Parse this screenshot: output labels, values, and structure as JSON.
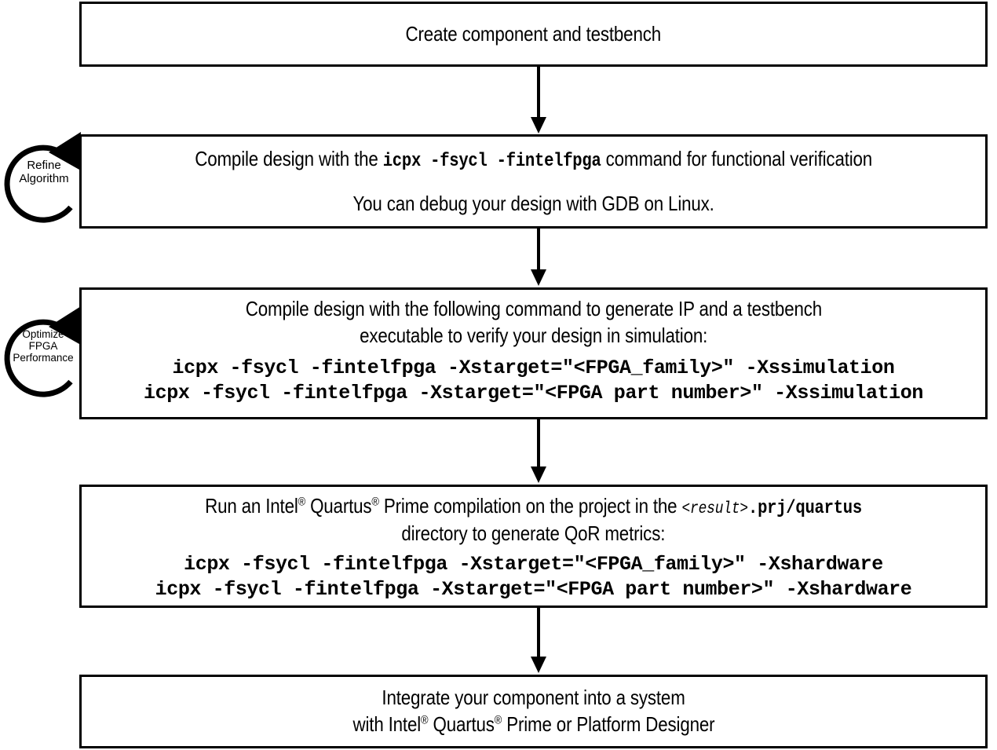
{
  "diagram": {
    "title": "FPGA component development flow",
    "stroke_color": "#000000",
    "background_color": "#ffffff"
  },
  "boxes": [
    {
      "id": "create-component",
      "lines": [
        {
          "text": "Create component and testbench",
          "style": "prose"
        }
      ]
    },
    {
      "id": "compile-functional-verification",
      "lines": [
        {
          "pre": "Compile design with the ",
          "mono": "icpx -fsycl -fintelfpga",
          "post": " command for functional verification",
          "style": "prose-mixed"
        },
        {
          "text": "You can debug your design with GDB on Linux.",
          "style": "prose"
        }
      ]
    },
    {
      "id": "compile-simulation",
      "lines": [
        {
          "text": "Compile design with the following command to generate IP and a testbench",
          "style": "prose"
        },
        {
          "text": "executable to verify your design in simulation:",
          "style": "prose"
        },
        {
          "text": "icpx -fsycl -fintelfpga -Xstarget=\"<FPGA_family>\" -Xssimulation",
          "style": "cmd"
        },
        {
          "text": "icpx -fsycl -fintelfpga -Xstarget=\"<FPGA part number>\" -Xssimulation",
          "style": "cmd"
        }
      ]
    },
    {
      "id": "quartus-compilation",
      "lines": [
        {
          "pre": "Run an Intel",
          "reg1": "®",
          "mid1": " Quartus",
          "reg2": "®",
          "mid2": " Prime compilation on the project in the ",
          "italic_mono": "<result>",
          "mono": ".prj/quartus",
          "style": "prose-quartus"
        },
        {
          "text": "directory to generate QoR metrics:",
          "style": "prose"
        },
        {
          "text": "icpx -fsycl -fintelfpga -Xstarget=\"<FPGA_family>\" -Xshardware",
          "style": "cmd"
        },
        {
          "text": "icpx -fsycl -fintelfpga -Xstarget=\"<FPGA part number>\" -Xshardware",
          "style": "cmd"
        }
      ]
    },
    {
      "id": "integrate-component",
      "lines": [
        {
          "text": "Integrate your component into a system",
          "style": "prose"
        },
        {
          "pre": "with Intel",
          "reg1": "®",
          "mid1": " Quartus",
          "reg2": "®",
          "mid2": " Prime or Platform Designer",
          "style": "prose-integrate"
        }
      ]
    }
  ],
  "loops": [
    {
      "id": "refine-algorithm",
      "label_line_1": "Refine",
      "label_line_2": "Algorithm",
      "label_line_3": ""
    },
    {
      "id": "optimize-fpga-performance",
      "label_line_1": "Optimize",
      "label_line_2": "FPGA",
      "label_line_3": "Performance"
    }
  ],
  "connectors": [
    {
      "id": "connector-1-to-2"
    },
    {
      "id": "connector-2-to-3"
    },
    {
      "id": "connector-3-to-4"
    },
    {
      "id": "connector-4-to-5"
    }
  ]
}
